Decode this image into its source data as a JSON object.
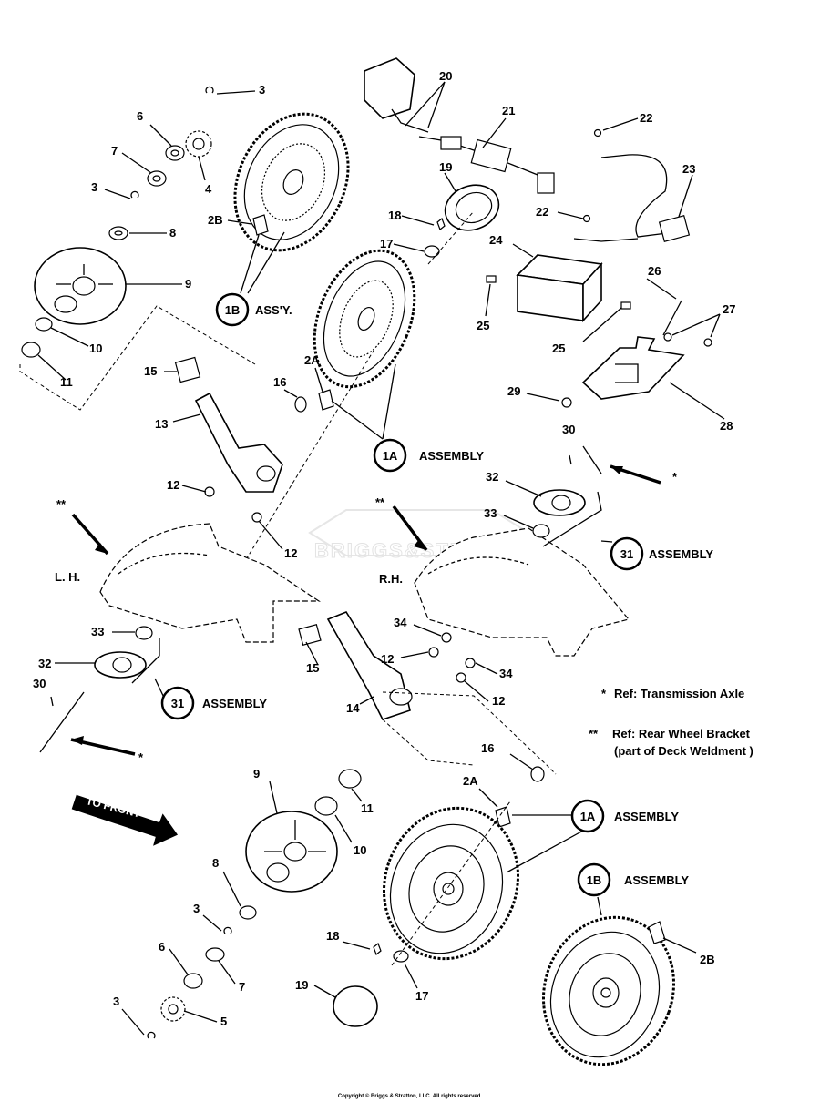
{
  "diagram": {
    "title": "Wheel, Transmission Drive & Battery Parts",
    "watermark": "BRIGGS&STRATTON",
    "copyright": "Copyright © Briggs & Stratton, LLC. All rights reserved.",
    "side_labels": {
      "left": "L. H.",
      "right": "R.H."
    },
    "direction_arrow": "TO FRONT",
    "assemblies": [
      {
        "id": "1B",
        "label": "ASS'Y."
      },
      {
        "id": "1A",
        "label": "ASSEMBLY"
      },
      {
        "id": "31",
        "label": "ASSEMBLY"
      },
      {
        "id": "31",
        "label": "ASSEMBLY"
      },
      {
        "id": "1A",
        "label": "ASSEMBLY"
      },
      {
        "id": "1B",
        "label": "ASSEMBLY"
      }
    ],
    "notes": [
      {
        "symbol": "*",
        "text": "Ref: Transmission Axle"
      },
      {
        "symbol": "**",
        "text": "Ref: Rear Wheel Bracket",
        "text2": "(part of Deck Weldment )"
      }
    ],
    "callouts": {
      "c3a": "3",
      "c6a": "6",
      "c4": "4",
      "c7a": "7",
      "c3b": "3",
      "c2Ba": "2B",
      "c8a": "8",
      "c9a": "9",
      "c10a": "10",
      "c11a": "11",
      "c20": "20",
      "c21": "21",
      "c22a": "22",
      "c23": "23",
      "c19a": "19",
      "c18a": "18",
      "c22b": "22",
      "c17a": "17",
      "c24": "24",
      "c25a": "25",
      "c25b": "25",
      "c26": "26",
      "c27": "27",
      "c28": "28",
      "c29": "29",
      "c30a": "30",
      "c15a": "15",
      "c13": "13",
      "c2Aa": "2A",
      "c16a": "16",
      "c12a": "12",
      "c12b": "12",
      "c32a": "32",
      "c33a": "33",
      "star_a": "**",
      "star_b": "**",
      "star_c": "*",
      "star_d": "*",
      "c33b": "33",
      "c32b": "32",
      "c30b": "30",
      "c34a": "34",
      "c12c": "12",
      "c34b": "34",
      "c12d": "12",
      "c15b": "15",
      "c14": "14",
      "c11b": "11",
      "c16b": "16",
      "c2Ab": "2A",
      "c9b": "9",
      "c10b": "10",
      "c8b": "8",
      "c3c": "3",
      "c6b": "6",
      "c7b": "7",
      "c3d": "3",
      "c5": "5",
      "c18b": "18",
      "c17b": "17",
      "c19b": "19",
      "c2Bb": "2B"
    }
  }
}
